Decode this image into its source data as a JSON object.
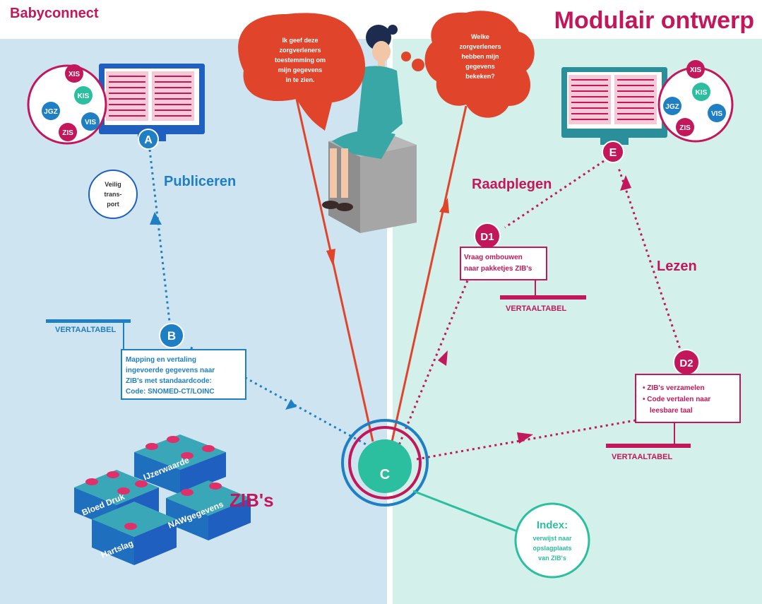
{
  "header": {
    "logo_text": "Babyconnect",
    "title": "Modulair ontwerp"
  },
  "colors": {
    "left_bg": "#cfe4f1",
    "right_bg": "#d3f0ea",
    "blue": "#1f7fc5",
    "magenta": "#c2185b",
    "teal": "#2bbf9f",
    "red": "#e0452b"
  },
  "left_system": {
    "node_label": "A",
    "circles": [
      "XIS",
      "KIS",
      "JGZ",
      "VIS",
      "ZIS"
    ]
  },
  "right_system": {
    "node_label": "E",
    "circles": [
      "XIS",
      "KIS",
      "JGZ",
      "VIS",
      "ZIS"
    ]
  },
  "speech": {
    "left_lines": [
      "Ik geef deze",
      "zorgverleners",
      "toestemming om",
      "mijn gegevens",
      "in te zien."
    ],
    "right_lines": [
      "Welke",
      "zorgverleners",
      "hebben mijn",
      "gegevens",
      "bekeken?"
    ]
  },
  "transport": {
    "lines": [
      "Veilig",
      "trans-",
      "port"
    ]
  },
  "labels": {
    "publiceren": "Publiceren",
    "raadplegen": "Raadplegen",
    "lezen": "Lezen",
    "zibs": "ZIB's"
  },
  "node_b": {
    "label": "B",
    "vertaaltabel": "VERTAALTABEL",
    "lines": [
      "Mapping en vertaling",
      "ingevoerde gegevens naar",
      "ZIB's met standaardcode:",
      "Code: SNOMED-CT/LOINC"
    ]
  },
  "node_c": {
    "label": "C"
  },
  "node_d1": {
    "label": "D1",
    "lines": [
      "Vraag ombouwen",
      "naar pakketjes ZIB's"
    ],
    "vertaaltabel": "VERTAALTABEL"
  },
  "node_d2": {
    "label": "D2",
    "lines": [
      "• ZIB's verzamelen",
      "• Code vertalen naar",
      "leesbare taal"
    ],
    "vertaaltabel": "VERTAALTABEL"
  },
  "index": {
    "title": "Index:",
    "lines": [
      "verwijst naar",
      "opslagplaats",
      "van ZIB's"
    ]
  },
  "blocks": [
    "Bloed Druk",
    "IJzerwaarde",
    "Hartslag",
    "NAWgegevens"
  ]
}
